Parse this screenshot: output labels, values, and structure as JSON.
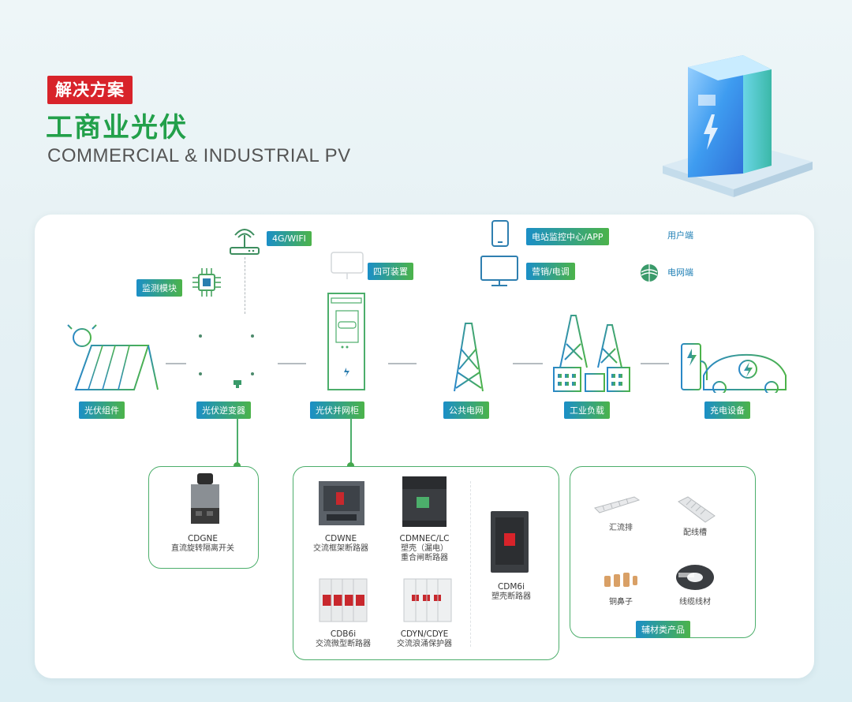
{
  "header": {
    "tag": "解决方案",
    "title_cn": "工商业光伏",
    "title_en": "COMMERCIAL & INDUSTRIAL PV"
  },
  "network": {
    "wifi_label": "4G/WIFI",
    "monitor_label": "监测模块",
    "four_label": "四可装置",
    "app_label": "电站监控中心/APP",
    "user_label": "用户端",
    "marketing_label": "营销/电调",
    "grid_side_label": "电网端"
  },
  "flow": [
    {
      "label": "光伏组件"
    },
    {
      "label": "光伏逆变器"
    },
    {
      "label": "光伏并网柜"
    },
    {
      "label": "公共电网"
    },
    {
      "label": "工业负载"
    },
    {
      "label": "充电设备"
    }
  ],
  "products": {
    "inverter_box": {
      "model": "CDGNE",
      "desc": "直流旋转隔离开关"
    },
    "cabinet_box": [
      {
        "model": "CDWNE",
        "desc": "交流框架断路器"
      },
      {
        "model": "CDMNEC/LC",
        "desc": "塑壳（漏电）",
        "desc2": "重合闸断路器"
      },
      {
        "model": "CDM6i",
        "desc": "塑壳断路器"
      },
      {
        "model": "CDB6i",
        "desc": "交流微型断路器"
      },
      {
        "model": "CDYN/CDYE",
        "desc": "交流浪涌保护器"
      }
    ],
    "accessories": {
      "title": "辅材类产品",
      "items": [
        {
          "label": "汇流排"
        },
        {
          "label": "配线槽"
        },
        {
          "label": "铜鼻子"
        },
        {
          "label": "线缆线材"
        }
      ]
    }
  },
  "colors": {
    "green": "#22a04a",
    "red": "#d8232a",
    "blue": "#1b8fc7"
  }
}
